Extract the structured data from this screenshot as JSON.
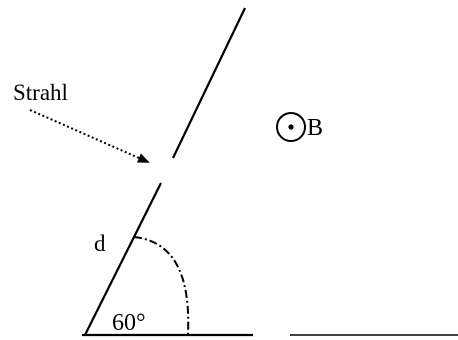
{
  "labels": {
    "ray": "Strahl",
    "field": "B",
    "distance": "d",
    "angle": "60°"
  },
  "colors": {
    "ink": "#000000",
    "background": "#ffffff"
  }
}
